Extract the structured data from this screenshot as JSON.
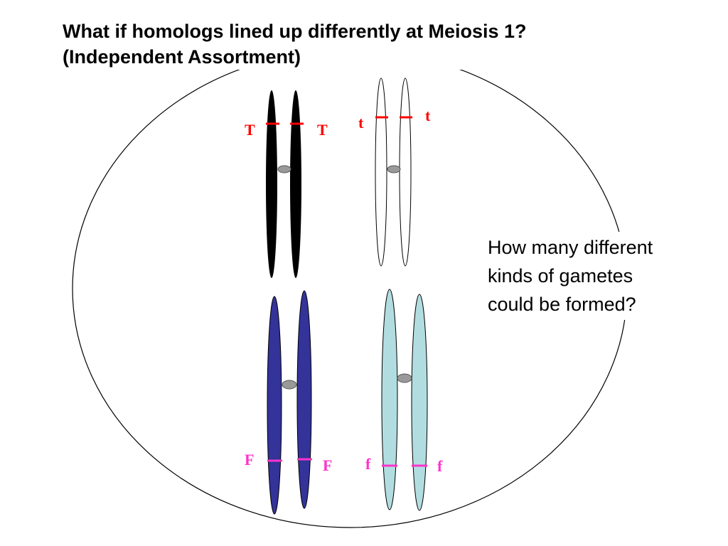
{
  "title": {
    "line1": "What if homologs lined up differently at Meiosis 1?",
    "line2": "(Independent Assortment)"
  },
  "question": {
    "line1": "How many different",
    "line2": "kinds of gametes",
    "line3": "could be formed?"
  },
  "alleles": {
    "tall_dominant": "T",
    "tall_recessive": "t",
    "flower_dominant": "F",
    "flower_recessive": "f"
  },
  "colors": {
    "chromosome_black": "#000000",
    "chromosome_white": "#ffffff",
    "chromosome_navy": "#333399",
    "chromosome_lightblue": "#b2dde0",
    "centromere": "#999999",
    "allele_t": "#ff0000",
    "allele_f": "#ff33cc",
    "cell_outline": "#000000"
  }
}
